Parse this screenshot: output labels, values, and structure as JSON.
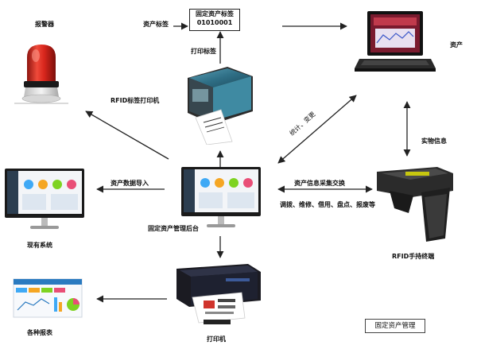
{
  "labels": {
    "asset_tag_title": "固定资产标签",
    "asset_tag_code": "01010001",
    "asset_tag_arrow": "资产标签",
    "print_tag": "打印标签",
    "alarm": "报警器",
    "asset": "资产",
    "rfid_printer": "RFID标签打印机",
    "stats_change": "统计、变更",
    "physical_info": "实物信息",
    "data_import": "资产数据导入",
    "collect_exchange": "资产信息采集交换",
    "operations": "调拨、维修、借用、盘点、报废等",
    "existing_system": "现有系统",
    "backend": "固定资产管理后台",
    "rfid_handheld": "RFID手持终端",
    "printer": "打印机",
    "reports": "各种报表",
    "title": "固定资产管理"
  },
  "icons": {
    "alarm": "alarm-beacon-icon",
    "laptop": "laptop-icon",
    "rfid_printer": "label-printer-icon",
    "monitor": "monitor-icon",
    "handheld": "rfid-handheld-icon",
    "printer": "inkjet-printer-icon",
    "report": "report-screen-icon"
  },
  "colors": {
    "alarm_red": "#d8261c",
    "printer_teal": "#2f6f86",
    "arrow": "#222222"
  }
}
